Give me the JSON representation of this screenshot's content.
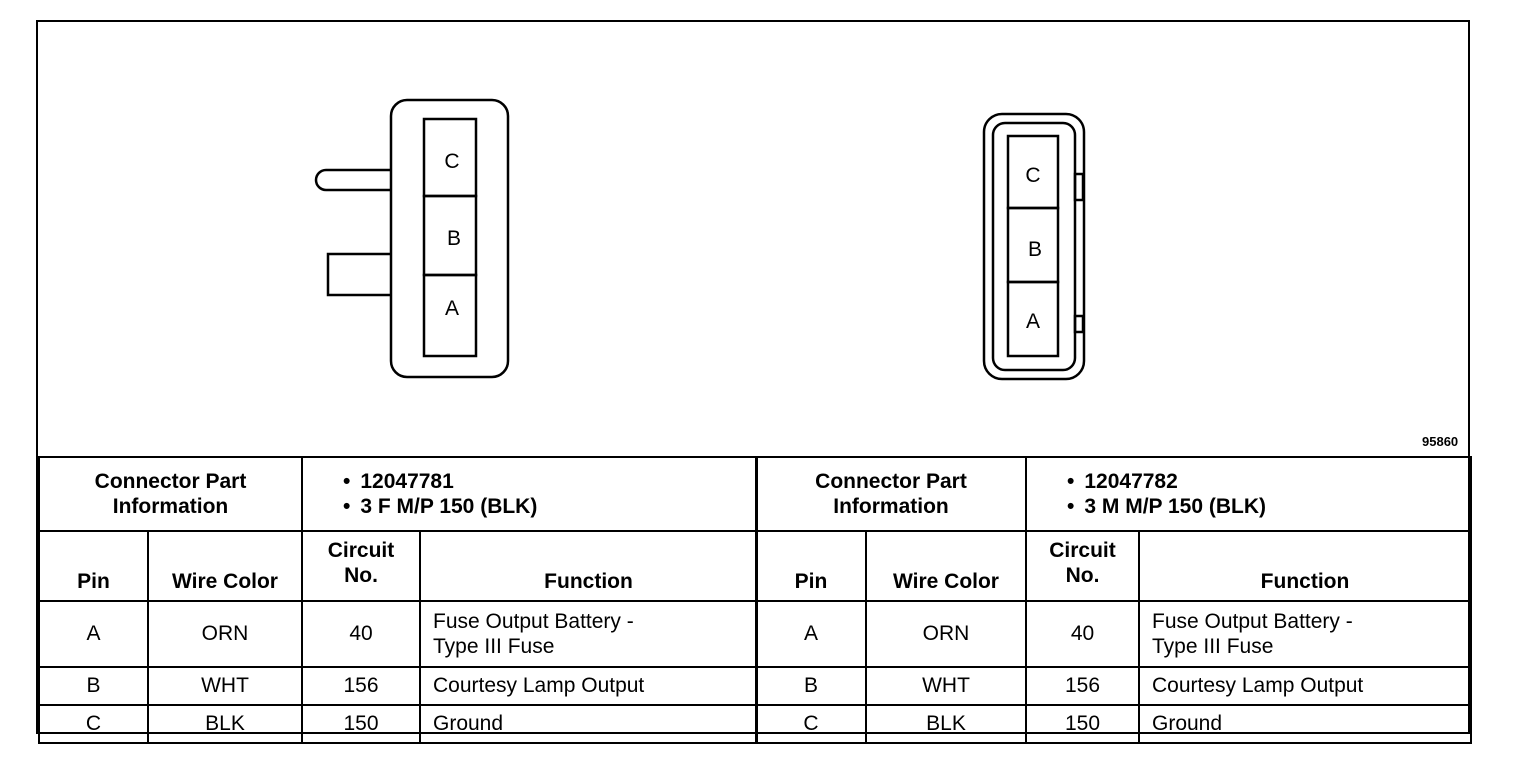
{
  "figure_id": "95860",
  "connectors": [
    {
      "info_label_line1": "Connector Part",
      "info_label_line2": "Information",
      "part_number": "12047781",
      "description": "3 F M/P 150 (BLK)",
      "cavities": [
        "C",
        "B",
        "A"
      ],
      "headers": {
        "pin": "Pin",
        "wire_color": "Wire Color",
        "circuit_line1": "Circuit",
        "circuit_line2": "No.",
        "function": "Function"
      },
      "rows": [
        {
          "pin": "A",
          "wire_color": "ORN",
          "circuit": "40",
          "function_line1": "Fuse Output Battery -",
          "function_line2": "Type III Fuse"
        },
        {
          "pin": "B",
          "wire_color": "WHT",
          "circuit": "156",
          "function_line1": "Courtesy Lamp Output"
        },
        {
          "pin": "C",
          "wire_color": "BLK",
          "circuit": "150",
          "function_line1": "Ground"
        }
      ]
    },
    {
      "info_label_line1": "Connector Part",
      "info_label_line2": "Information",
      "part_number": "12047782",
      "description": "3 M M/P 150 (BLK)",
      "cavities": [
        "C",
        "B",
        "A"
      ],
      "headers": {
        "pin": "Pin",
        "wire_color": "Wire Color",
        "circuit_line1": "Circuit",
        "circuit_line2": "No.",
        "function": "Function"
      },
      "rows": [
        {
          "pin": "A",
          "wire_color": "ORN",
          "circuit": "40",
          "function_line1": "Fuse Output Battery -",
          "function_line2": "Type III Fuse"
        },
        {
          "pin": "B",
          "wire_color": "WHT",
          "circuit": "156",
          "function_line1": "Courtesy Lamp Output"
        },
        {
          "pin": "C",
          "wire_color": "BLK",
          "circuit": "150",
          "function_line1": "Ground"
        }
      ]
    }
  ]
}
